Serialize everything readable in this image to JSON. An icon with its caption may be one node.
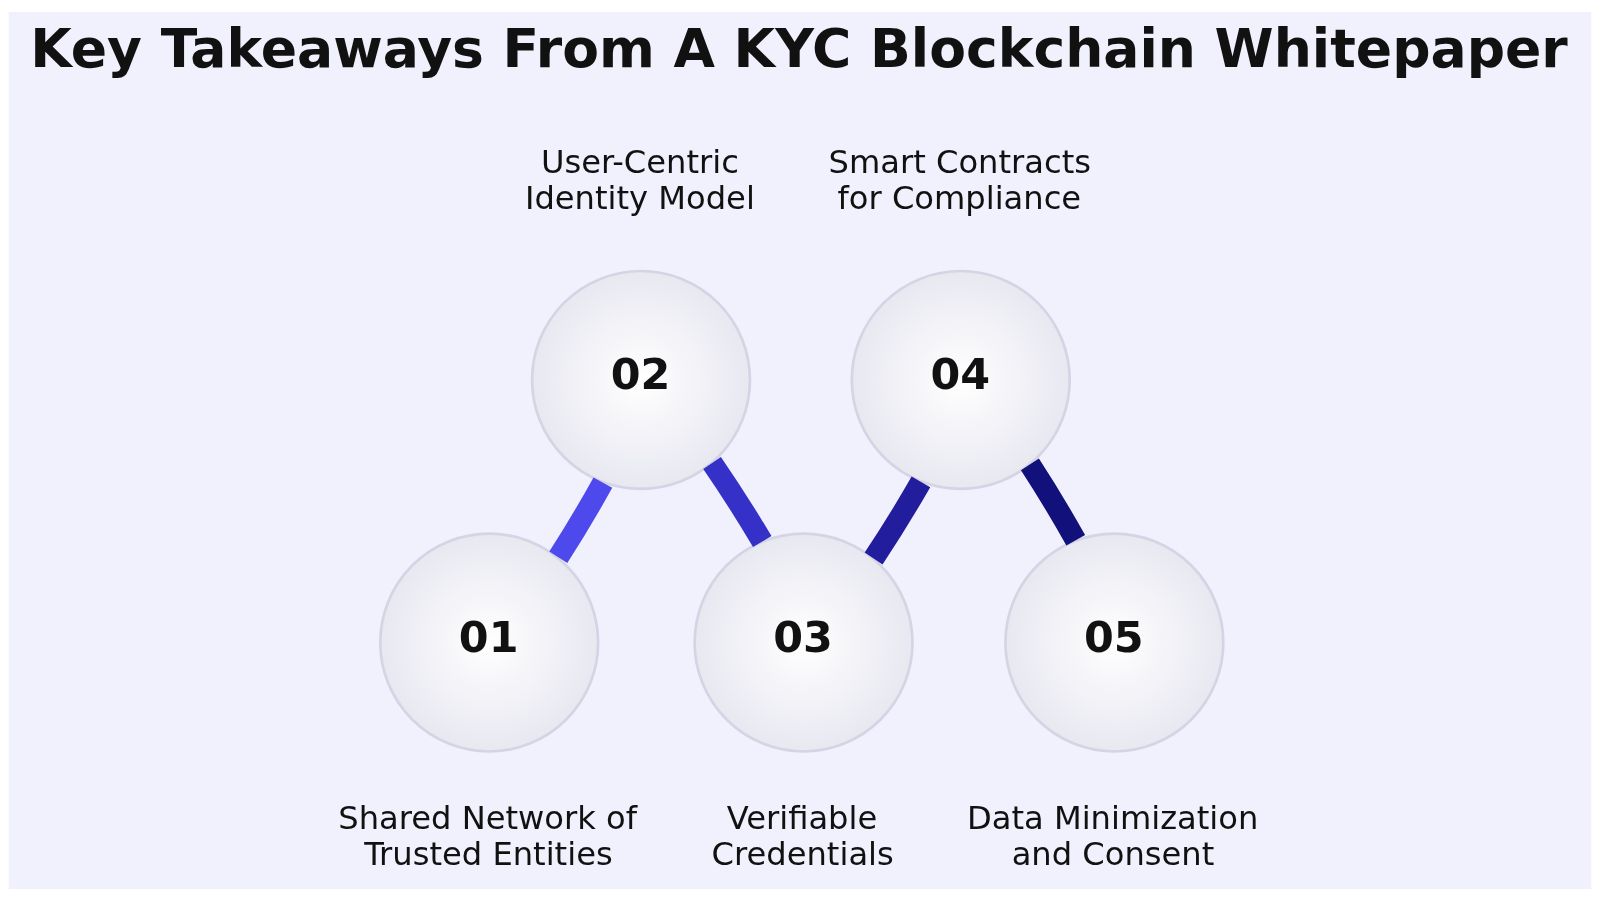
{
  "diagram": {
    "title": "Key Takeaways From A KYC Blockchain Whitepaper",
    "nodes": [
      {
        "text": [
          "01"
        ],
        "beside": [
          "Shared Network of Trusted Entities"
        ]
      },
      {
        "text": [
          "02"
        ],
        "beside": [
          "User-Centric Identity Model"
        ]
      },
      {
        "text": [
          "03"
        ],
        "beside": [
          "Verifiable Credentials"
        ]
      },
      {
        "text": [
          "04"
        ],
        "beside": [
          "Smart Contracts for Compliance"
        ]
      },
      {
        "text": [
          "05"
        ],
        "beside": [
          "Data Minimization and Consent"
        ]
      }
    ],
    "edges": [
      {
        "from": 0,
        "to": 1,
        "arrow": "none",
        "color": "#4d49ec"
      },
      {
        "from": 1,
        "to": 2,
        "arrow": "none",
        "color": "#3430c8"
      },
      {
        "from": 2,
        "to": 3,
        "arrow": "none",
        "color": "#221d9c"
      },
      {
        "from": 3,
        "to": 4,
        "arrow": "none",
        "color": "#12107a"
      }
    ]
  }
}
